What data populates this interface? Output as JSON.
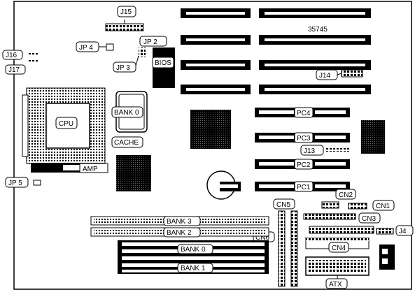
{
  "diagram": {
    "model_number": "35745",
    "labels": {
      "j15": "J15",
      "j16": "J16",
      "j17": "J17",
      "jp4": "JP 4",
      "jp2": "JP 2",
      "jp3": "JP 3",
      "bios": "BIOS",
      "j14": "J14",
      "cpu": "CPU",
      "bank0_cache": "BANK 0",
      "cache": "CACHE",
      "amp": "AMP",
      "pc4": "PC4",
      "pc3": "PC3",
      "pc2": "PC2",
      "pc1": "PC1",
      "j13": "J13",
      "jp5": "JP 5",
      "cn2": "CN2",
      "cn1": "CN1",
      "cn3": "CN3",
      "cn5": "CN5",
      "cn6": "CN6",
      "j4": "J4",
      "cn4": "CN4",
      "bank3": "BANK 3",
      "bank2": "BANK 2",
      "bank0": "BANK 0",
      "bank1": "BANK 1",
      "atx": "ATX"
    }
  }
}
